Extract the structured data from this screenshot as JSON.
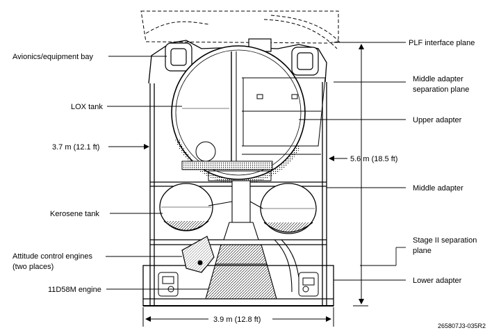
{
  "labels": {
    "avionics_bay": "Avionics/equipment bay",
    "lox_tank": "LOX tank",
    "diameter_left": "3.7 m (12.1 ft)",
    "kerosene_tank": "Kerosene tank",
    "attitude_engines_line1": "Attitude control engines",
    "attitude_engines_line2": "(two places)",
    "engine": "11D58M engine",
    "plf_interface": "PLF interface plane",
    "middle_sep_line1": "Middle adapter",
    "middle_sep_line2": "separation plane",
    "upper_adapter": "Upper adapter",
    "height": "5.6 m (18.5 ft)",
    "middle_adapter": "Middle adapter",
    "stage2_sep_line1": "Stage II separation",
    "stage2_sep_line2": "plane",
    "lower_adapter": "Lower adapter",
    "diameter_bottom": "3.9 m (12.8 ft)",
    "figure_id": "265807J3-035R2"
  }
}
